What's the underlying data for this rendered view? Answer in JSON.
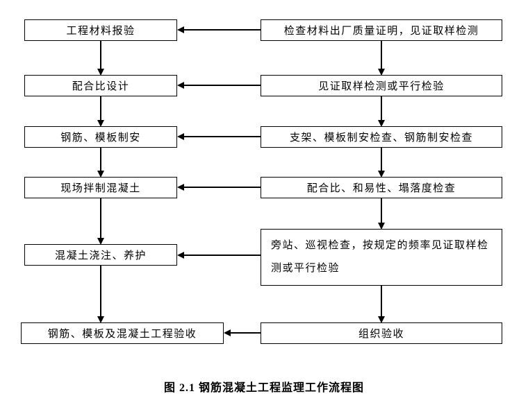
{
  "caption": "图 2.1  钢筋混凝土工程监理工作流程图",
  "flowchart": {
    "left_nodes": [
      {
        "label": "工程材料报验"
      },
      {
        "label": "配合比设计"
      },
      {
        "label": "钢筋、模板制安"
      },
      {
        "label": "现场拌制混凝土"
      },
      {
        "label": "混凝土浇注、养护"
      },
      {
        "label": "钢筋、模板及混凝土工程验收"
      }
    ],
    "right_nodes": [
      {
        "label": "检查材料出厂质量证明，见证取样检测"
      },
      {
        "label": "见证取样检测或平行检验"
      },
      {
        "label": "支架、模板制安检查、钢筋制安检查"
      },
      {
        "label": "配合比、和易性、塌落度检查"
      },
      {
        "label": "旁站、巡视检查，按规定的频率见证取样检测或平行检验"
      },
      {
        "label": "组织验收"
      }
    ],
    "line_color": "#000000",
    "box_background": "#ffffff"
  }
}
